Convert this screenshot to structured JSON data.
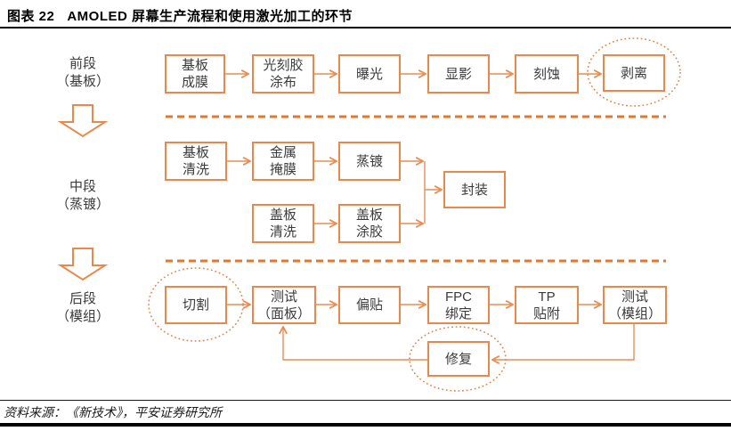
{
  "header": {
    "title": "图表 22   AMOLED 屏幕生产流程和使用激光加工的环节"
  },
  "stages": {
    "front": "前段\n（基板）",
    "middle": "中段\n（蒸镀）",
    "back": "后段\n（模组）"
  },
  "steps": {
    "front": [
      "基板\n成膜",
      "光刻胶\n涂布",
      "曝光",
      "显影",
      "刻蚀",
      "剥离"
    ],
    "middle_top": [
      "基板\n清洗",
      "金属\n掩膜",
      "蒸镀"
    ],
    "middle_bottom": [
      "盖板\n清洗",
      "盖板\n涂胶"
    ],
    "encapsulation": "封装",
    "back": [
      "切割",
      "测试\n（面板）",
      "偏贴",
      "FPC\n绑定",
      "TP\n贴附",
      "测试\n（模组）"
    ],
    "repair": "修复"
  },
  "laser_highlighted_steps": [
    "剥离",
    "切割",
    "修复"
  ],
  "footer": {
    "source": "资料来源：《新技术》，平安证券研究所"
  },
  "colors": {
    "box_border": "#E9884D",
    "arrow": "#E58E55",
    "dashed_separator": "#E2772E",
    "dotted_ellipse": "#DE8A55",
    "text": "#3B3B3B"
  }
}
